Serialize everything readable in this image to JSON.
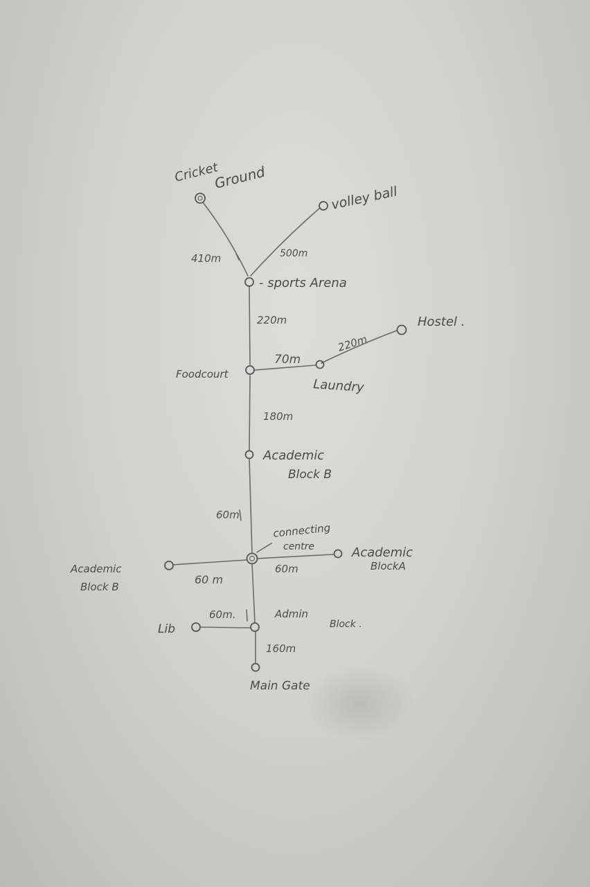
{
  "colors": {
    "paper": "#d2d2d0",
    "ink": "#4a4a4a"
  },
  "places": {
    "cricket_line1": "Cricket",
    "cricket_line2": "Ground",
    "volleyball": "volley ball",
    "sports_arena": "- sports Arena",
    "hostel": "Hostel .",
    "foodcourt": "Foodcourt",
    "laundry": "Laundry",
    "academic_b_line1": "Academic",
    "academic_b_line2": "Block B",
    "connecting_line1": "connecting",
    "connecting_line2": "centre",
    "academic_a_line1": "Academic",
    "academic_a_line2": "BlockA",
    "academic_b_left_line1": "Academic",
    "academic_b_left_line2": "Block B",
    "lib": "Lib",
    "admin_line1": "Admin",
    "admin_line2": "Block .",
    "main_gate": "Main Gate"
  },
  "distances": {
    "cricket_to_arena": "410m",
    "volleyball_to_arena": "500m",
    "arena_to_foodcourt": "220m",
    "foodcourt_to_laundry": "70m",
    "laundry_to_hostel": "220m",
    "foodcourt_to_academic_b": "180m",
    "academic_b_to_connecting": "60m",
    "connecting_to_academic_a": "60m",
    "connecting_to_academic_b_left": "60 m",
    "lib_to_admin": "60m.",
    "admin_to_main_gate": "160m"
  }
}
